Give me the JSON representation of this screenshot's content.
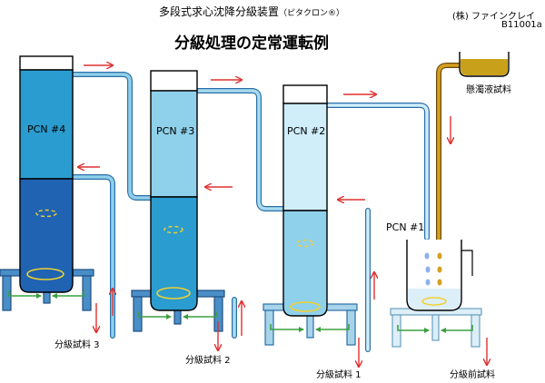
{
  "header": {
    "title": "多段式求心沈降分級装置",
    "title_suffix": "（ピタクロン®）",
    "main_title": "分級処理の定常運転例",
    "company": "(株) ファインクレイ",
    "code": "B11001a"
  },
  "columns": [
    {
      "label": "PCN  #4"
    },
    {
      "label": "PCN  #3"
    },
    {
      "label": "PCN  #2"
    },
    {
      "label": "PCN  #1"
    }
  ],
  "feed": {
    "label": "懸濁液試料"
  },
  "outputs": [
    {
      "label": "分級試料 3"
    },
    {
      "label": "分級試料 2"
    },
    {
      "label": "分級試料 1"
    },
    {
      "label": "分級前試料"
    }
  ],
  "colors": {
    "pipe_blue": "#6aaed6",
    "pipe_brown": "#b8860b",
    "flow_arrow": "#e03030",
    "rotation": "#f0d030",
    "stand": "#4a8ec8"
  }
}
